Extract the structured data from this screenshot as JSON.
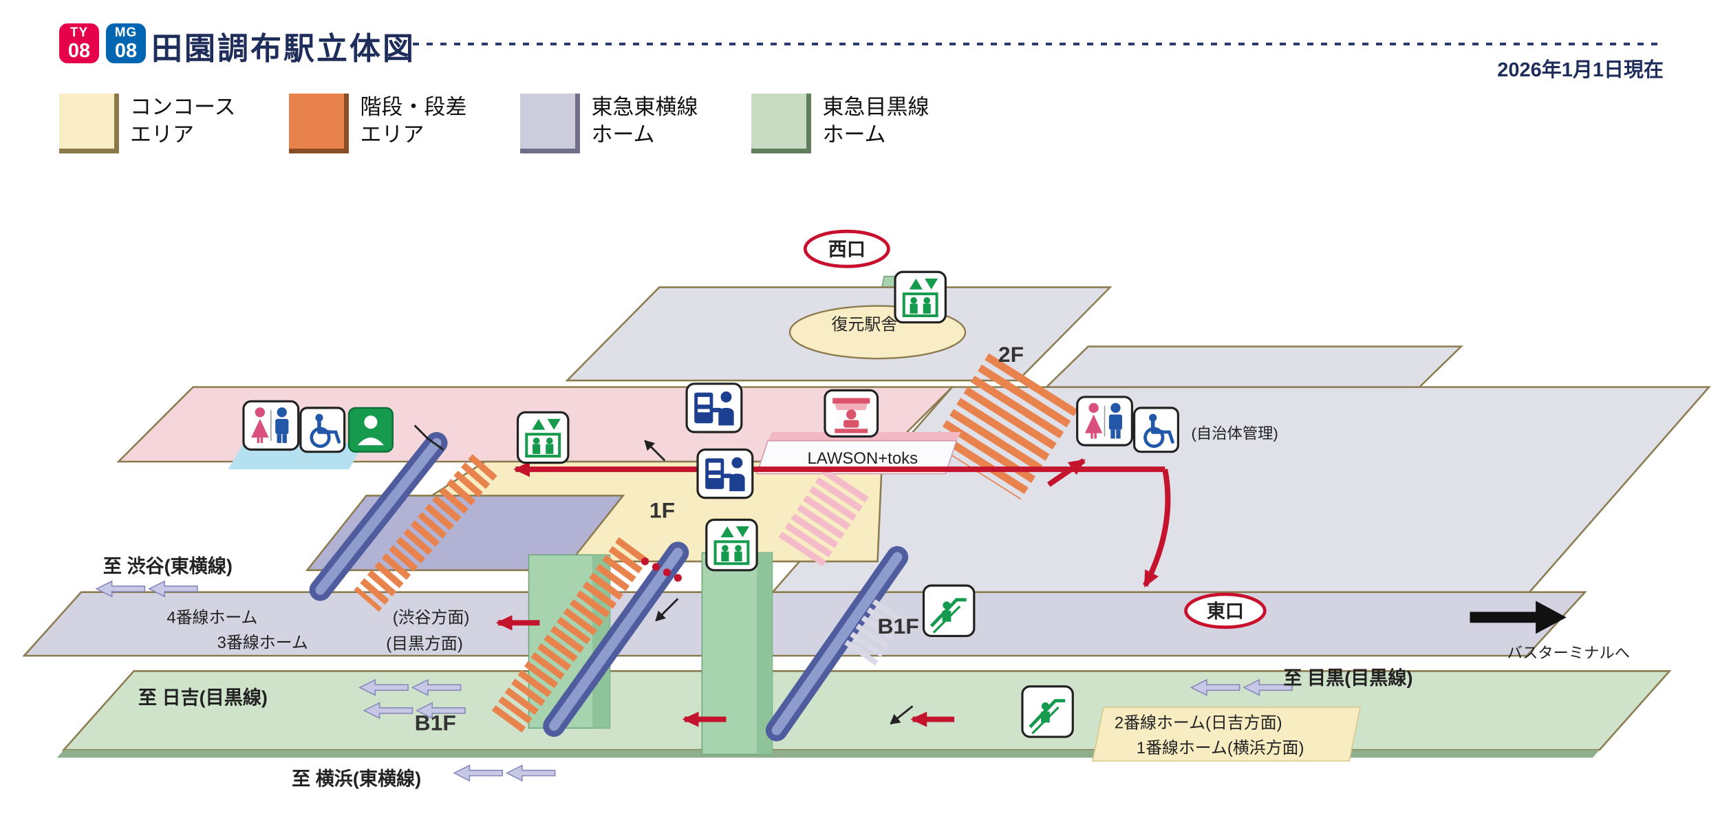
{
  "header": {
    "badges": [
      {
        "line": "TY",
        "number": "08",
        "color": "#e6004c",
        "line_name": "Tokyu Toyoko Line"
      },
      {
        "line": "MG",
        "number": "08",
        "color": "#0066b2",
        "line_name": "Tokyu Meguro Line"
      }
    ],
    "title": "田園調布駅立体図",
    "date": "2026年1月1日現在",
    "accent_color": "#1f2d5a"
  },
  "legend": {
    "items": [
      {
        "line1": "コンコース",
        "line2": "エリア",
        "color": "#f8edc5"
      },
      {
        "line1": "階段・段差",
        "line2": "エリア",
        "color": "#e8824c"
      },
      {
        "line1": "東急東横線",
        "line2": "ホーム",
        "color": "#ccccdc"
      },
      {
        "line1": "東急目黒線",
        "line2": "ホーム",
        "color": "#c8dcc4"
      }
    ]
  },
  "diagram": {
    "exits": {
      "west": "西口",
      "east": "東口"
    },
    "floors": {
      "f2": "2F",
      "f1": "1F",
      "b1_toyoko": "B1F",
      "b1_meguro": "B1F"
    },
    "places": {
      "restored_station": "復元駅舎",
      "shop": "LAWSON+toks",
      "municipal_note": "(自治体管理)",
      "bus_terminal": "バスターミナルへ"
    },
    "destinations": {
      "shibuya": "至 渋谷(東横線)",
      "hiyoshi": "至 日吉(目黒線)",
      "meguro": "至 目黒(目黒線)",
      "yokohama": "至 横浜(東横線)"
    },
    "platforms": {
      "p4": "4番線ホーム",
      "p3": "3番線ホーム",
      "dir_shibuya": "(渋谷方面)",
      "dir_meguro": "(目黒方面)",
      "p2": "2番線ホーム(日吉方面)",
      "p1": "1番線ホーム(横浜方面)"
    },
    "icons": [
      {
        "name": "restroom-icon-west",
        "meaning": "restroom"
      },
      {
        "name": "wheelchair-icon-west",
        "meaning": "wheelchair accessible"
      },
      {
        "name": "station-staff-icon",
        "meaning": "station staff"
      },
      {
        "name": "elevator-icon-1f-west",
        "meaning": "elevator"
      },
      {
        "name": "elevator-icon-2f",
        "meaning": "elevator"
      },
      {
        "name": "elevator-icon-1f-center",
        "meaning": "elevator"
      },
      {
        "name": "ticket-machine-icon-upper",
        "meaning": "ticket machines"
      },
      {
        "name": "ticket-machine-icon-lower",
        "meaning": "ticket machines"
      },
      {
        "name": "shop-counter-icon",
        "meaning": "staffed shop counter"
      },
      {
        "name": "restroom-icon-east",
        "meaning": "restroom"
      },
      {
        "name": "wheelchair-icon-east",
        "meaning": "wheelchair accessible"
      },
      {
        "name": "escalator-icon-toyoko",
        "meaning": "escalator"
      },
      {
        "name": "escalator-icon-meguro",
        "meaning": "escalator"
      }
    ],
    "colors": {
      "concourse": "#f8edc5",
      "stairs": "#e8824c",
      "toyoko_platform": "#ccccdc",
      "meguro_platform": "#c8dcc4",
      "route_arrow": "#c4132d",
      "exit_oval": "#c8102e",
      "floor_edge": "#8b7b4f",
      "escalator_tube": "#4f5d9e",
      "pillar": "#a7d3af",
      "train_arrow": "#c7c7e6"
    }
  }
}
